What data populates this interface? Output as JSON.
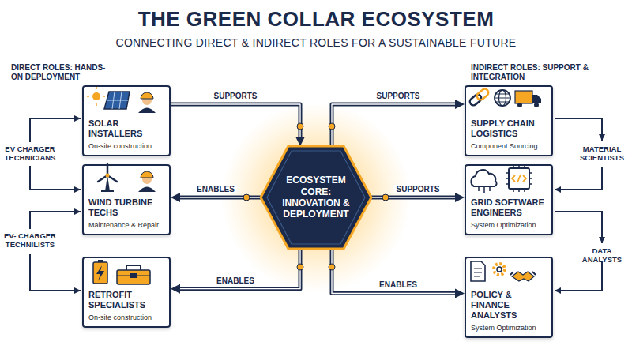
{
  "diagram": {
    "title": "THE GREEN COLLAR ECOSYSTEM",
    "nodes": [
      {
        "text": [
          "SOLAR INSTALLERS",
          "On-site construction"
        ]
      },
      {
        "text": [
          "WIND TURBINE TECHS",
          "Maintenance & Repair"
        ]
      },
      {
        "text": [
          "RETROFIT SPECIALISTS",
          "On-site construction"
        ]
      },
      {
        "text": [
          "ECOSYSTEM CORE: INNOVATION & DEPLOYMENT"
        ]
      },
      {
        "text": [
          "SUPPLY CHAIN LOGISTICS",
          "Component Sourcing"
        ]
      },
      {
        "text": [
          "GRID SOFTWARE ENGINEERS",
          "System Optimization"
        ]
      },
      {
        "text": [
          "POLICY & FINANCE ANALYSTS",
          "System Optimization"
        ]
      }
    ],
    "edges": [
      {
        "from": 0,
        "to": 3,
        "label": "SUPPORTS",
        "arrow": "to"
      },
      {
        "from": 3,
        "to": 1,
        "label": "ENABLES",
        "arrow": "to"
      },
      {
        "from": 3,
        "to": 2,
        "label": "ENABLES",
        "arrow": "to"
      },
      {
        "from": 3,
        "to": 4,
        "label": "SUPPORTS",
        "arrow": "to"
      },
      {
        "from": 3,
        "to": 5,
        "label": "SUPPORTS",
        "arrow": "to"
      },
      {
        "from": 3,
        "to": 6,
        "label": "ENABLES",
        "arrow": "to"
      }
    ],
    "labels": [
      "CONNECTING DIRECT & INDIRECT ROLES FOR A SUSTAINABLE FUTURE",
      "DIRECT ROLES: HANDS-ON DEPLOYMENT",
      "INDIRECT ROLES: SUPPORT & INTEGRATION",
      "EV CHARGER TECHNICIANS",
      "EV- CHARGER TECHNILISTS",
      "MATERIAL SCIENTISTS",
      "DATA ANALYSTS"
    ]
  }
}
